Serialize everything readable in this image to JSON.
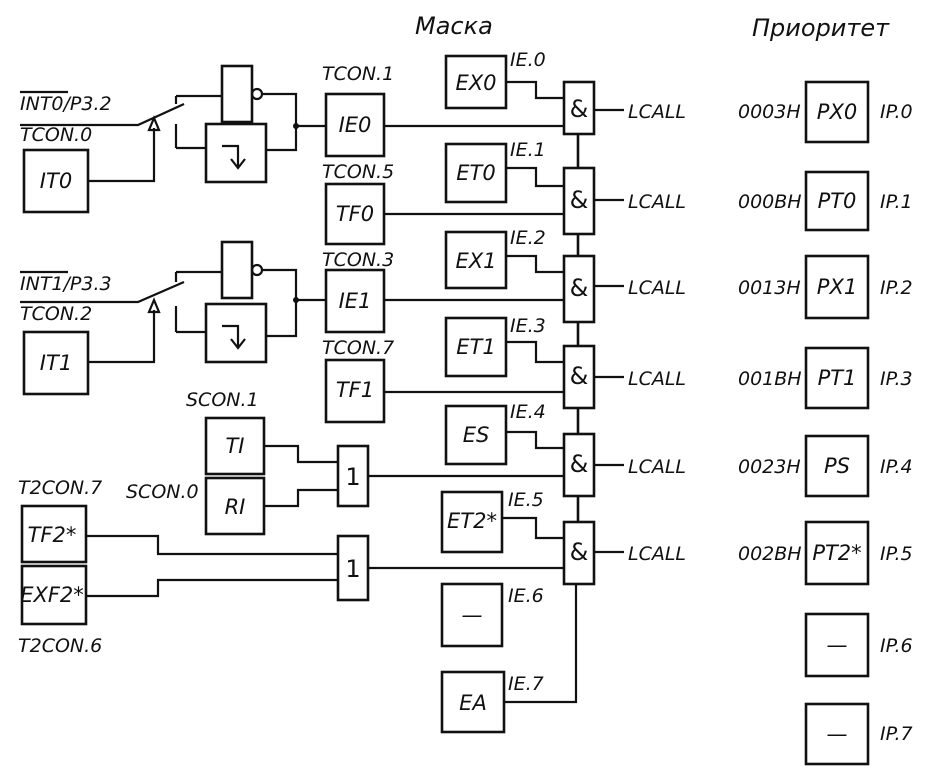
{
  "headers": {
    "mask": "Маска",
    "priority": "Приоритет"
  },
  "sources": {
    "int0": "INT0/P3.2",
    "tcon0": "TCON.0",
    "it0": "IT0",
    "int1": "INT1/P3.3",
    "tcon2": "TCON.2",
    "it1": "IT1",
    "t2con7": "T2CON.7",
    "tf2": "TF2*",
    "exf2": "EXF2*",
    "t2con6": "T2CON.6",
    "scon1": "SCON.1",
    "ti": "TI",
    "scon0": "SCON.0",
    "ri": "RI"
  },
  "flags": [
    {
      "reg": "TCON.1",
      "name": "IE0"
    },
    {
      "reg": "TCON.5",
      "name": "TF0"
    },
    {
      "reg": "TCON.3",
      "name": "IE1"
    },
    {
      "reg": "TCON.7",
      "name": "TF1"
    }
  ],
  "mask_bits": [
    {
      "reg": "IE.0",
      "name": "EX0"
    },
    {
      "reg": "IE.1",
      "name": "ET0"
    },
    {
      "reg": "IE.2",
      "name": "EX1"
    },
    {
      "reg": "IE.3",
      "name": "ET1"
    },
    {
      "reg": "IE.4",
      "name": "ES"
    },
    {
      "reg": "IE.5",
      "name": "ET2*"
    },
    {
      "reg": "IE.6",
      "name": "—"
    },
    {
      "reg": "IE.7",
      "name": "EA"
    }
  ],
  "gate_symbols": {
    "and": "&",
    "or": "1"
  },
  "lcall": "LCALL",
  "vectors": [
    "0003H",
    "000BH",
    "0013H",
    "001BH",
    "0023H",
    "002BH"
  ],
  "priority": [
    {
      "name": "PX0",
      "reg": "IP.0"
    },
    {
      "name": "PT0",
      "reg": "IP.1"
    },
    {
      "name": "PX1",
      "reg": "IP.2"
    },
    {
      "name": "PT1",
      "reg": "IP.3"
    },
    {
      "name": "PS",
      "reg": "IP.4"
    },
    {
      "name": "PT2*",
      "reg": "IP.5"
    },
    {
      "name": "—",
      "reg": "IP.6"
    },
    {
      "name": "—",
      "reg": "IP.7"
    }
  ]
}
